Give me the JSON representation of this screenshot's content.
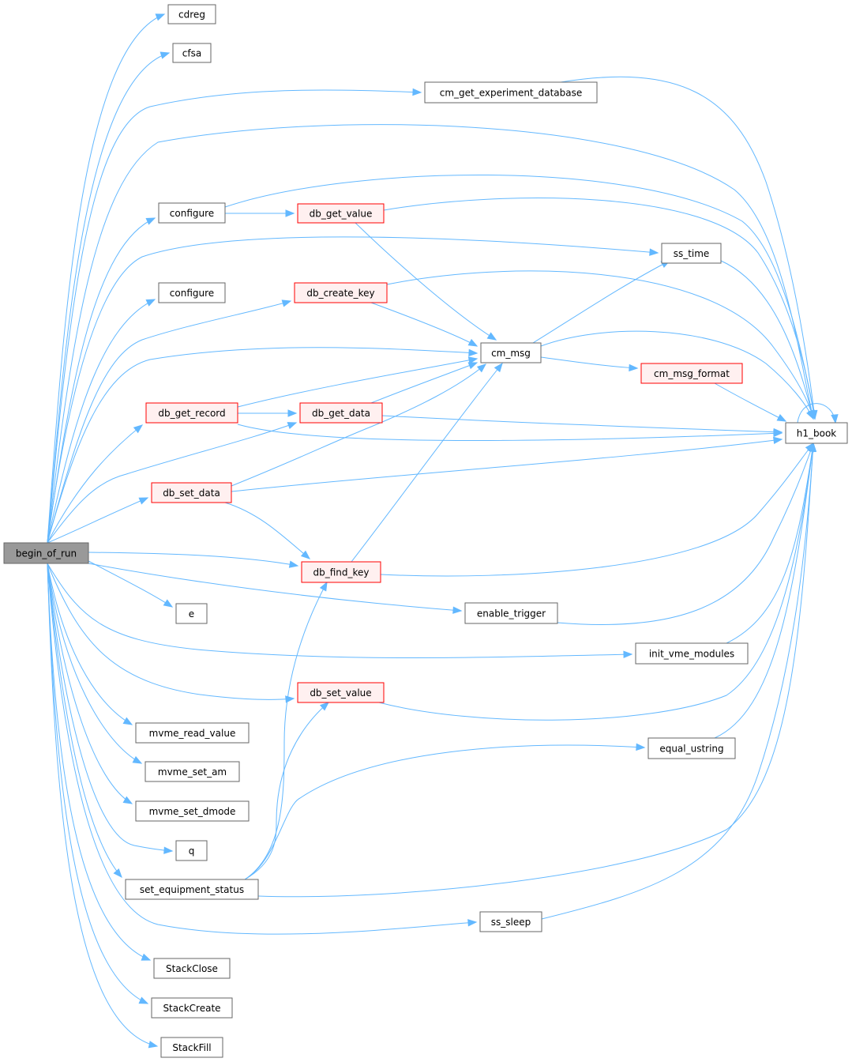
{
  "diagram": {
    "colors": {
      "edge": "#63b8ff",
      "default_fill": "#ffffff",
      "default_stroke": "#666666",
      "partial_fill": "#fff0f0",
      "partial_stroke": "#ff0000",
      "root_fill": "#999999",
      "root_stroke": "#666666"
    },
    "nodes": {
      "begin_of_run": "begin_of_run",
      "cdreg": "cdreg",
      "cfsa": "cfsa",
      "cm_get_experiment_database": "cm_get_experiment_database",
      "configure_1": "configure",
      "db_get_value": "db_get_value",
      "ss_time": "ss_time",
      "configure_2": "configure",
      "db_create_key": "db_create_key",
      "cm_msg": "cm_msg",
      "cm_msg_format": "cm_msg_format",
      "db_get_record": "db_get_record",
      "db_get_data": "db_get_data",
      "h1_book": "h1_book",
      "db_set_data": "db_set_data",
      "db_find_key": "db_find_key",
      "e": "e",
      "enable_trigger": "enable_trigger",
      "init_vme_modules": "init_vme_modules",
      "db_set_value": "db_set_value",
      "mvme_read_value": "mvme_read_value",
      "equal_ustring": "equal_ustring",
      "mvme_set_am": "mvme_set_am",
      "mvme_set_dmode": "mvme_set_dmode",
      "q": "q",
      "set_equipment_status": "set_equipment_status",
      "ss_sleep": "ss_sleep",
      "StackClose": "StackClose",
      "StackCreate": "StackCreate",
      "StackFill": "StackFill"
    },
    "node_styles": {
      "begin_of_run": "root",
      "db_get_value": "partial",
      "db_create_key": "partial",
      "cm_msg_format": "partial",
      "db_get_record": "partial",
      "db_get_data": "partial",
      "db_set_data": "partial",
      "db_find_key": "partial",
      "db_set_value": "partial"
    },
    "edges": [
      [
        "begin_of_run",
        "cdreg"
      ],
      [
        "begin_of_run",
        "cfsa"
      ],
      [
        "begin_of_run",
        "cm_get_experiment_database"
      ],
      [
        "begin_of_run",
        "h1_book"
      ],
      [
        "begin_of_run",
        "configure_1"
      ],
      [
        "begin_of_run",
        "ss_time"
      ],
      [
        "begin_of_run",
        "configure_2"
      ],
      [
        "begin_of_run",
        "db_create_key"
      ],
      [
        "begin_of_run",
        "cm_msg"
      ],
      [
        "begin_of_run",
        "db_get_record"
      ],
      [
        "begin_of_run",
        "db_get_data"
      ],
      [
        "begin_of_run",
        "db_set_data"
      ],
      [
        "begin_of_run",
        "db_find_key"
      ],
      [
        "begin_of_run",
        "e"
      ],
      [
        "begin_of_run",
        "enable_trigger"
      ],
      [
        "begin_of_run",
        "init_vme_modules"
      ],
      [
        "begin_of_run",
        "db_set_value"
      ],
      [
        "begin_of_run",
        "mvme_read_value"
      ],
      [
        "begin_of_run",
        "mvme_set_am"
      ],
      [
        "begin_of_run",
        "mvme_set_dmode"
      ],
      [
        "begin_of_run",
        "q"
      ],
      [
        "begin_of_run",
        "set_equipment_status"
      ],
      [
        "begin_of_run",
        "ss_sleep"
      ],
      [
        "begin_of_run",
        "StackClose"
      ],
      [
        "begin_of_run",
        "StackCreate"
      ],
      [
        "begin_of_run",
        "StackFill"
      ],
      [
        "cm_get_experiment_database",
        "h1_book"
      ],
      [
        "configure_1",
        "db_get_value"
      ],
      [
        "configure_1",
        "h1_book"
      ],
      [
        "db_get_value",
        "cm_msg"
      ],
      [
        "db_get_value",
        "h1_book"
      ],
      [
        "ss_time",
        "h1_book"
      ],
      [
        "db_create_key",
        "cm_msg"
      ],
      [
        "db_create_key",
        "h1_book"
      ],
      [
        "cm_msg",
        "ss_time"
      ],
      [
        "cm_msg",
        "cm_msg_format"
      ],
      [
        "cm_msg",
        "h1_book"
      ],
      [
        "cm_msg_format",
        "h1_book"
      ],
      [
        "db_get_record",
        "db_get_data"
      ],
      [
        "db_get_record",
        "cm_msg"
      ],
      [
        "db_get_record",
        "h1_book"
      ],
      [
        "db_get_data",
        "cm_msg"
      ],
      [
        "db_get_data",
        "h1_book"
      ],
      [
        "db_set_data",
        "cm_msg"
      ],
      [
        "db_set_data",
        "db_find_key"
      ],
      [
        "db_set_data",
        "h1_book"
      ],
      [
        "db_find_key",
        "cm_msg"
      ],
      [
        "db_find_key",
        "h1_book"
      ],
      [
        "enable_trigger",
        "h1_book"
      ],
      [
        "init_vme_modules",
        "h1_book"
      ],
      [
        "db_set_value",
        "h1_book"
      ],
      [
        "equal_ustring",
        "h1_book"
      ],
      [
        "set_equipment_status",
        "db_find_key"
      ],
      [
        "set_equipment_status",
        "db_set_value"
      ],
      [
        "set_equipment_status",
        "equal_ustring"
      ],
      [
        "set_equipment_status",
        "h1_book"
      ],
      [
        "ss_sleep",
        "h1_book"
      ],
      [
        "h1_book",
        "h1_book"
      ]
    ]
  }
}
